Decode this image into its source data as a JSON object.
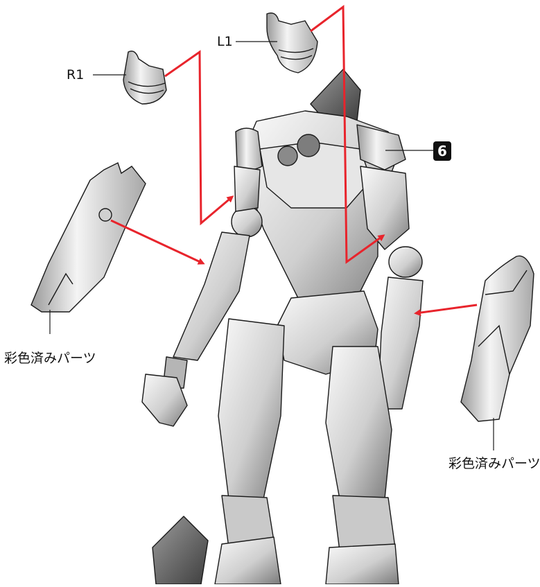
{
  "labels": {
    "part_r1": "R1",
    "part_l1": "L1",
    "step_number": "6",
    "prepainted_left": "彩色済みパーツ",
    "prepainted_right": "彩色済みパーツ"
  },
  "colors": {
    "arrow": "#e8242c",
    "part_fill_light": "#f2f2f2",
    "part_fill_mid": "#bdbdbd",
    "part_fill_dark": "#6e6e6e",
    "outline": "#1a1a1a"
  }
}
